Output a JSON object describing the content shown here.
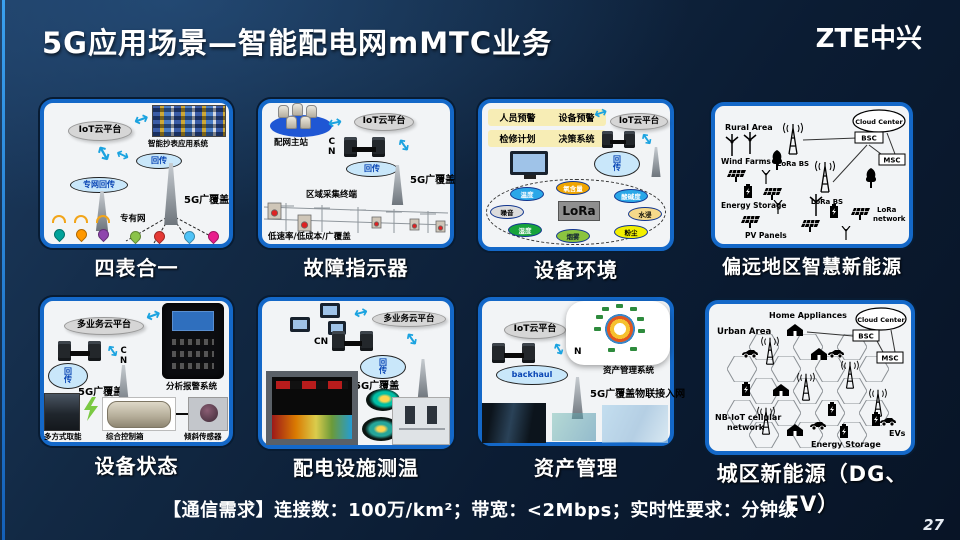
{
  "slide": {
    "title": "5G应用场景—智能配电网mMTC业务",
    "logo": "ZTE中兴",
    "page_number": "27",
    "requirements": "【通信需求】连接数：100万/km²；带宽：<2Mbps；实时性要求：分钟级",
    "accent_color": "#1468c8",
    "background_color": "#0b1c33"
  },
  "panels": [
    {
      "caption": "四表合一",
      "labels": {
        "iot_cloud": "IoT云平台",
        "meter_system": "智能抄表应用系统",
        "backhaul": "回传",
        "private_backhaul": "专网回传",
        "private_net": "专有网",
        "coverage": "5G广覆盖"
      }
    },
    {
      "caption": "故障指示器",
      "labels": {
        "master_station": "配网主站",
        "iot_cloud": "IoT云平台",
        "cn": "C\nN",
        "backhaul": "回传",
        "coverage": "5G广覆盖",
        "terminal": "区域采集终端",
        "feature": "低速率/低成本/广覆盖"
      }
    },
    {
      "caption": "设备环境",
      "labels": {
        "alert_person": "人员预警",
        "alert_device": "设备预警",
        "maintenance": "检修计划",
        "decision": "决策系统",
        "iot_cloud": "IoT云平台",
        "backhaul": "回\n传",
        "lora": "LoRa",
        "sensors": [
          "温度",
          "氧含量",
          "酸碱度",
          "噪音",
          "水浸",
          "湿度",
          "烟雾",
          "粉尘"
        ]
      }
    },
    {
      "caption": "偏远地区智慧新能源",
      "labels": {
        "rural_area": "Rural Area",
        "wind_farms": "Wind Farms",
        "energy_storage": "Energy Storage",
        "pv_panels": "PV Panels",
        "lora_bs": "LoRa BS",
        "bsc": "BSC",
        "msc": "MSC",
        "cloud_center": "Cloud Center",
        "lora_network1": "LoRa",
        "lora_network2": "network"
      }
    },
    {
      "caption": "设备状态",
      "labels": {
        "cloud": "多业务云平台",
        "cn": "C\nN",
        "backhaul": "回\n传",
        "coverage": "5G广覆盖",
        "analysis": "分析报警系统",
        "power": "多方式取能",
        "control_box": "综合控制箱",
        "sensor": "倾斜传感器"
      }
    },
    {
      "caption": "配电设施测温",
      "labels": {
        "cloud": "多业务云平台",
        "cn": "CN",
        "backhaul": "回\n传",
        "coverage": "5G广覆盖"
      }
    },
    {
      "caption": "资产管理",
      "labels": {
        "iot_cloud": "IoT云平台",
        "n": "N",
        "backhaul": "backhaul",
        "system": "资产管理系统",
        "access": "5G广覆盖物联接入网"
      }
    },
    {
      "caption": "城区新能源（DG、EV）",
      "labels": {
        "urban_area": "Urban Area",
        "home_appliances": "Home Appliances",
        "bsc": "BSC",
        "msc": "MSC",
        "cloud_center": "Cloud Center",
        "nbiot1": "NB-IoT cellular",
        "nbiot2": "network",
        "energy_storage": "Energy Storage",
        "evs": "EVs"
      }
    }
  ]
}
